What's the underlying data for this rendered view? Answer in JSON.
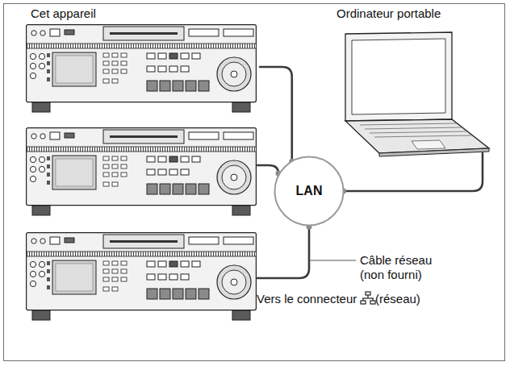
{
  "diagram": {
    "nodes": [
      {
        "text": [
          "Cet appareil"
        ]
      },
      {
        "text": [
          "Ordinateur portable"
        ]
      },
      {
        "text": [
          "LAN"
        ]
      }
    ],
    "edges": [
      {
        "from": 0,
        "to": 2,
        "arrow": "none"
      },
      {
        "from": 1,
        "to": 2,
        "arrow": "none"
      }
    ],
    "labels": [
      "Câble réseau (non fourni)",
      "Vers le connecteur",
      "(réseau)"
    ]
  }
}
